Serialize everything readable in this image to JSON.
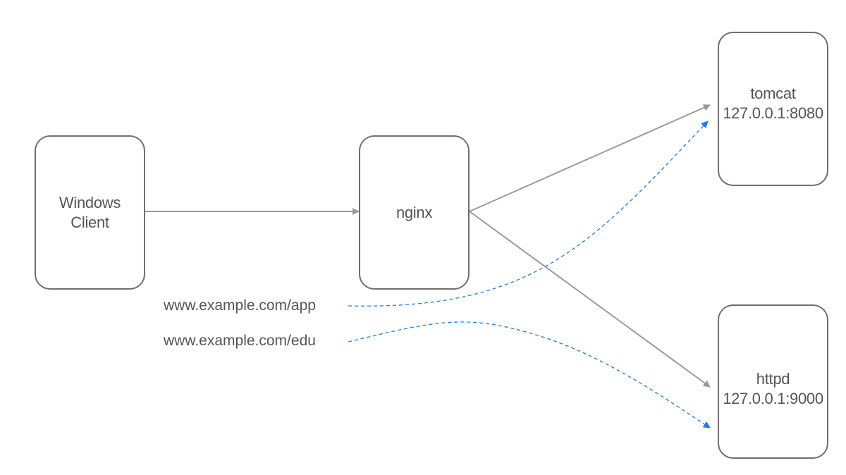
{
  "colors": {
    "node_border": "#6f6f6f",
    "text": "#555555",
    "solid_arrow": "#9a9a9a",
    "dashed_arrow": "#1a7be8"
  },
  "nodes": {
    "client": {
      "line1": "Windows",
      "line2": "Client"
    },
    "nginx": {
      "label": "nginx"
    },
    "tomcat": {
      "name": "tomcat",
      "address": "127.0.0.1:8080"
    },
    "httpd": {
      "name": "httpd",
      "address": "127.0.0.1:9000"
    }
  },
  "routes": {
    "app": "www.example.com/app",
    "edu": "www.example.com/edu"
  }
}
